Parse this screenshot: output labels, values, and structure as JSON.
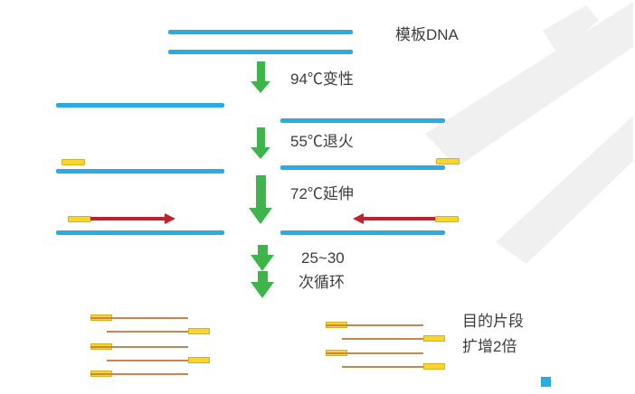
{
  "diagram": {
    "type": "flow",
    "topic": "PCR amplification cycle",
    "labels": {
      "template_dna": "模板DNA",
      "step_denature": "94℃变性",
      "step_anneal": "55℃退火",
      "step_extend": "72℃延伸",
      "cycles_line1": "25~30",
      "cycles_line2": "次循环",
      "result_line1": "目的片段",
      "result_line2": "扩增2倍"
    }
  },
  "colors": {
    "dna_blue": "#2aace2",
    "arrow_green": "#3db54a",
    "primer_yellow": "#f6d530",
    "primer_border": "#d8b21c",
    "extension_red": "#c5202a",
    "product_orange": "#c9854e",
    "text_dark": "#3c3c3c",
    "watermark_gray": "#f0f0f0"
  }
}
